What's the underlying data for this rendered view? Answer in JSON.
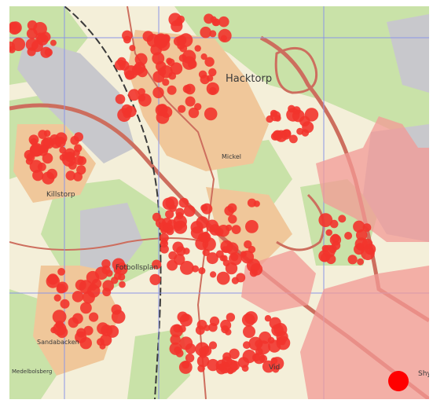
{
  "map": {
    "colors": {
      "background": "#f4efd9",
      "forest": "#c9e2a8",
      "residential": "#f0c79a",
      "industrial": "#c8c8cc",
      "grid": "#8c96e6",
      "road": "#cd6e5e",
      "railway": "#3a3a3a",
      "heat_light": "#f39a96",
      "heat_dot": "#f2342c",
      "heat_dot_strong": "#ff0000"
    },
    "labels": {
      "hacktorp": "Hacktorp",
      "mickel": "Mickel",
      "killstorp": "Killstorp",
      "fotbollsplan": "Fotbollsplan",
      "lower_left_1": "Sandabacken",
      "lower_left_2": "Medelbolsberg",
      "vid": "Vid",
      "shy": "Shy"
    }
  }
}
